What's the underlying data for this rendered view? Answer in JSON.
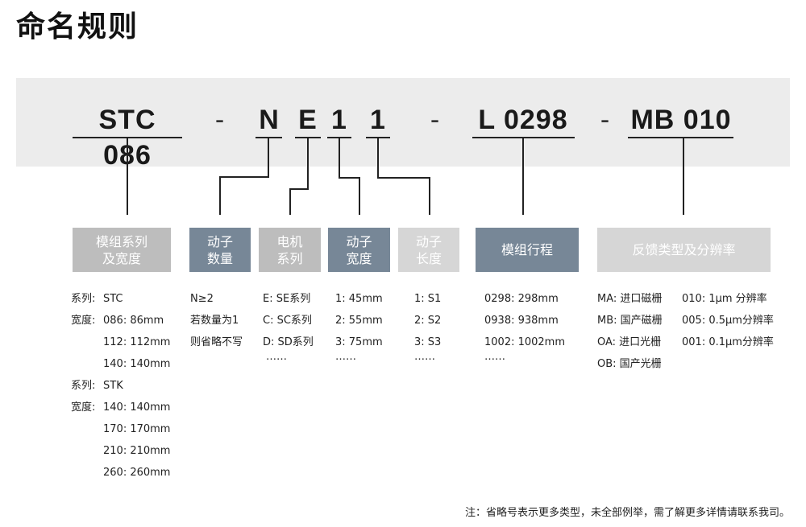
{
  "title": "命名规则",
  "code": {
    "model": "STC 086",
    "dash1": "-",
    "n": "N",
    "e": "E",
    "w": "1",
    "l1": "1",
    "dash2": "-",
    "stroke": "L 0298",
    "dash3": "-",
    "feedback": "MB 010"
  },
  "labels": {
    "module_series": "模组系列\n及宽度",
    "mover_count": "动子\n数量",
    "motor_series": "电机\n系列",
    "mover_width": "动子\n宽度",
    "mover_length": "动子\n长度",
    "stroke": "模组行程",
    "feedback": "反馈类型及分辨率"
  },
  "module_col": [
    {
      "k": "系列:",
      "v": "STC"
    },
    {
      "k": "宽度:",
      "v": "086: 86mm"
    },
    {
      "k": "",
      "v": "112: 112mm"
    },
    {
      "k": "",
      "v": "140: 140mm"
    },
    {
      "k": "系列:",
      "v": "STK"
    },
    {
      "k": "宽度:",
      "v": "140: 140mm"
    },
    {
      "k": "",
      "v": "170: 170mm"
    },
    {
      "k": "",
      "v": "210: 210mm"
    },
    {
      "k": "",
      "v": "260: 260mm"
    }
  ],
  "count_col": [
    "N≥2",
    "若数量为1",
    "则省略不写"
  ],
  "motor_col": [
    "E: SE系列",
    "C: SC系列",
    "D: SD系列",
    "……"
  ],
  "width_col": [
    "1: 45mm",
    "2: 55mm",
    "3: 75mm",
    "……"
  ],
  "length_col": [
    "1: S1",
    "2: S2",
    "3: S3",
    "……"
  ],
  "stroke_col": [
    "0298: 298mm",
    "0938: 938mm",
    "1002: 1002mm",
    "……"
  ],
  "feedback_types": [
    "MA: 进口磁栅",
    "MB: 国产磁栅",
    "OA: 进口光栅",
    "OB: 国产光栅"
  ],
  "feedback_res": [
    "010: 1μm 分辨率",
    "005: 0.5μm分辨率",
    "001: 0.1μm分辨率"
  ],
  "note": "注：省略号表示更多类型，未全部例举，需了解更多详情请联系我司。",
  "colors": {
    "band": "#ececec",
    "label_gray": "#bdbdbd",
    "label_blue": "#778797",
    "label_light": "#d6d6d6"
  }
}
